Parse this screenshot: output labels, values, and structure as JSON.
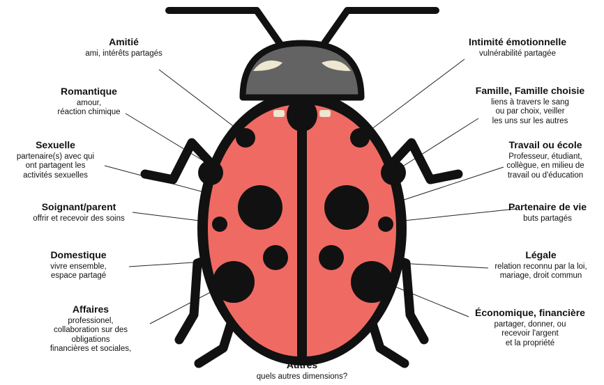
{
  "colors": {
    "shell": "#EF6A63",
    "body": "#111111",
    "head": "#636363",
    "eye": "#EDE6D0"
  },
  "labels": {
    "amitie": {
      "title": "Amitié",
      "desc": "ami, intérêts partagés"
    },
    "romantique": {
      "title": "Romantique",
      "desc": "amour,\nréaction chimique"
    },
    "sexuelle": {
      "title": "Sexuelle",
      "desc": "partenaire(s) avec qui\nont partagent les\nactivités sexuelles"
    },
    "soignant": {
      "title": "Soignant/parent",
      "desc": "offrir et recevoir des soins"
    },
    "domestique": {
      "title": "Domestique",
      "desc": "vivre ensemble,\nespace partagé"
    },
    "affaires": {
      "title": "Affaires",
      "desc": "professionel,\ncollaboration sur des\nobligations\nfinancières et sociales,"
    },
    "intimite": {
      "title": "Intimité émotionnelle",
      "desc": "vulnérabilité partagée"
    },
    "famille": {
      "title": "Famille, Famille choisie",
      "desc": "liens à travers le sang\nou par choix, veiller\nles uns sur les autres"
    },
    "travail": {
      "title": "Travail ou école",
      "desc": "Professeur, étudiant,\ncollègue, en milieu de\ntravail ou d'éducation"
    },
    "partenaire": {
      "title": "Partenaire de vie",
      "desc": "buts partagés"
    },
    "legale": {
      "title": "Légale",
      "desc": "relation reconnu par la loi,\nmariage, droit commun"
    },
    "economique": {
      "title": "Économique, financière",
      "desc": "partager, donner, ou\nrecevoir l'argent\net la propriété"
    },
    "autres": {
      "title": "Autres",
      "desc": "quels autres dimensions?"
    }
  }
}
